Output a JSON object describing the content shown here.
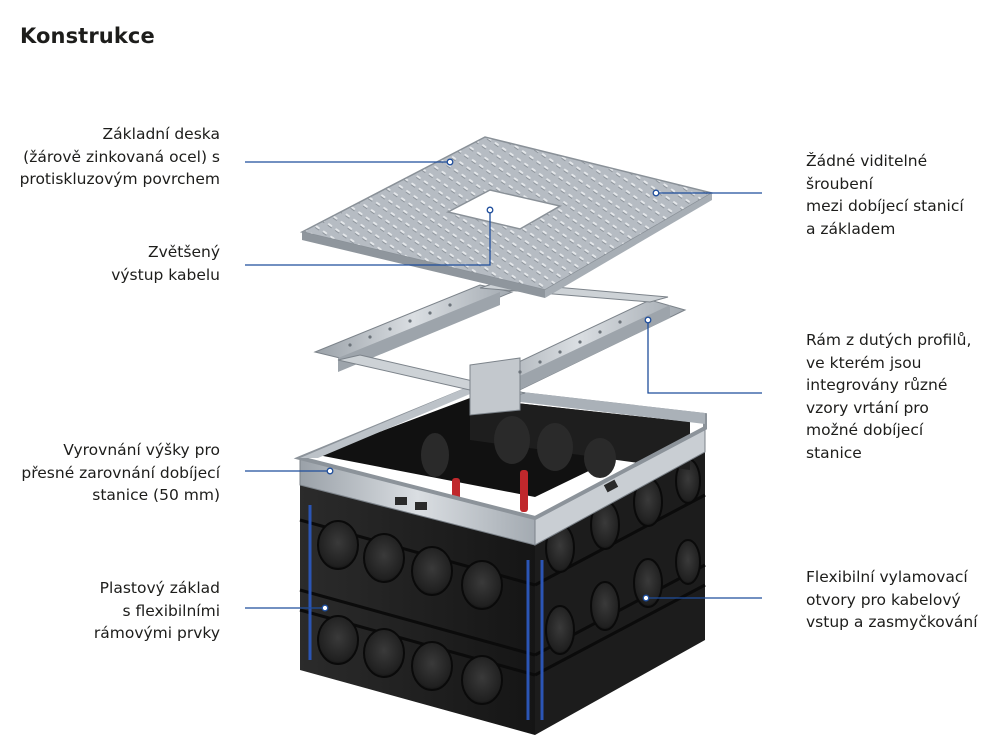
{
  "title": "Konstrukce",
  "callouts": {
    "base_plate": [
      "Základní deska",
      "(žárově zinkovaná ocel) s",
      "protiskluzovým povrchem"
    ],
    "cable_outlet": [
      "Zvětšený",
      "výstup kabelu"
    ],
    "height_adjust": [
      "Vyrovnání výšky pro",
      "přesné zarovnání dobíjecí",
      "stanice (50 mm)"
    ],
    "plastic_base": [
      "Plastový základ",
      "s flexibilními",
      "rámovými prvky"
    ],
    "no_screws": [
      "Žádné viditelné",
      "šroubení",
      "mezi dobíjecí stanicí",
      "a základem"
    ],
    "hollow_frame": [
      "Rám z dutých profilů,",
      "ve kterém jsou",
      "integrovány různé",
      "vzory vrtání pro",
      "možné dobíjecí",
      "stanice"
    ],
    "knockouts": [
      "Flexibilní vylamovací",
      "otvory pro kabelový",
      "vstup a zasmyčkování"
    ]
  },
  "colors": {
    "leader_line": "#1f4e9c",
    "text": "#1d1d1b",
    "steel": "#b9bec4",
    "plastic": "#1a1a1a"
  }
}
